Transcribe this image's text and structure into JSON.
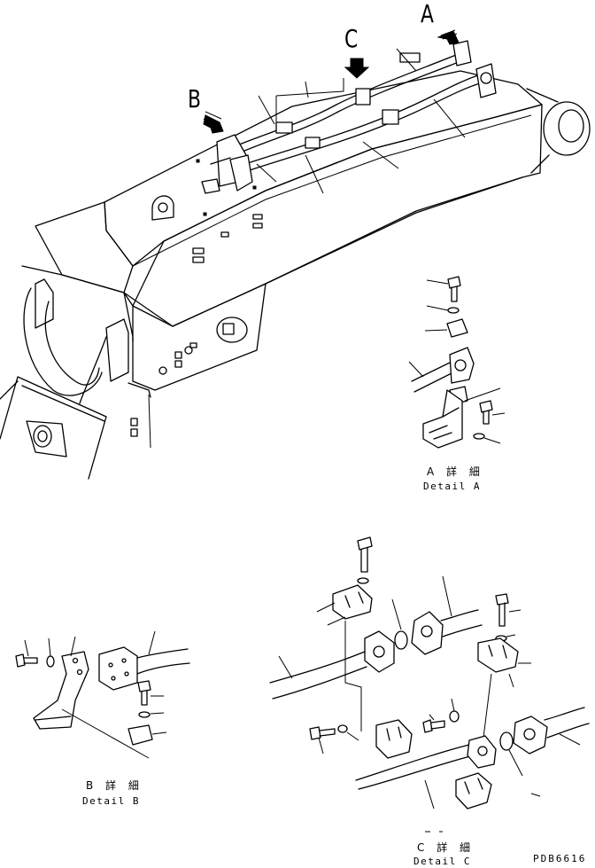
{
  "views": {
    "A": "A",
    "B": "B",
    "C": "C"
  },
  "details": {
    "a_jp": "A 詳 細",
    "a_en": "Detail A",
    "b_jp": "B 詳 細",
    "b_en": "Detail B",
    "c_jp": "C 詳 細",
    "c_en": "Detail C"
  },
  "drawing_code": "PDB6616"
}
